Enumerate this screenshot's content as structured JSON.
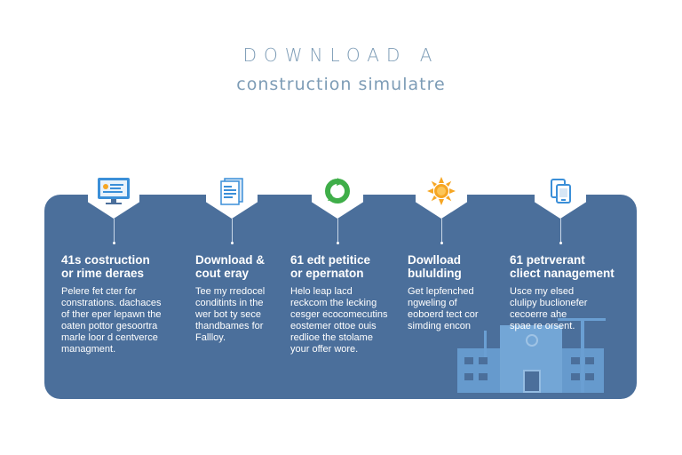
{
  "header": {
    "title": "DOWNLOAD A",
    "subtitle": "construction simulatre"
  },
  "colors": {
    "panel": "#4b6f9b",
    "title": "#7d9cb6",
    "accent_green": "#3fae49",
    "accent_orange": "#f6a623",
    "accent_blue": "#3b8fd8"
  },
  "columns": [
    {
      "icon": "monitor-icon",
      "title_lines": [
        "41s costruction",
        "or rime deraes"
      ],
      "desc_lines": [
        "Pelere fet cter for",
        "constrations. dachaces",
        "of ther eper lepawn the",
        "oaten pottor gesoortra",
        "marle loor d centverce",
        "managment."
      ]
    },
    {
      "icon": "document-icon",
      "title_lines": [
        "Download &",
        "cout eray"
      ],
      "desc_lines": [
        "Tee my rredocel",
        "conditints in the",
        "wer bot ty sece",
        "thandbames for",
        "Fallloy."
      ]
    },
    {
      "icon": "recycle-icon",
      "title_lines": [
        "61 edt petitice",
        "or epernaton"
      ],
      "desc_lines": [
        "Helo leap lacd",
        "reckcom the lecking",
        "cesger ecocomecutins",
        "eostemer ottoe ouis",
        "redlioe the stolame",
        "your offer wore."
      ]
    },
    {
      "icon": "sun-icon",
      "title_lines": [
        "Dowlload",
        "bululding"
      ],
      "desc_lines": [
        "Get lepfenched",
        "ngweling of",
        "eoboerd tect cor",
        "simding encon"
      ]
    },
    {
      "icon": "tablet-icon",
      "title_lines": [
        "61 petrverant",
        "cliect nanagement"
      ],
      "desc_lines": [
        "Usce my elsed",
        "clulipy buclionefer",
        "cecoerre ahe",
        "spae re orsent."
      ]
    }
  ]
}
